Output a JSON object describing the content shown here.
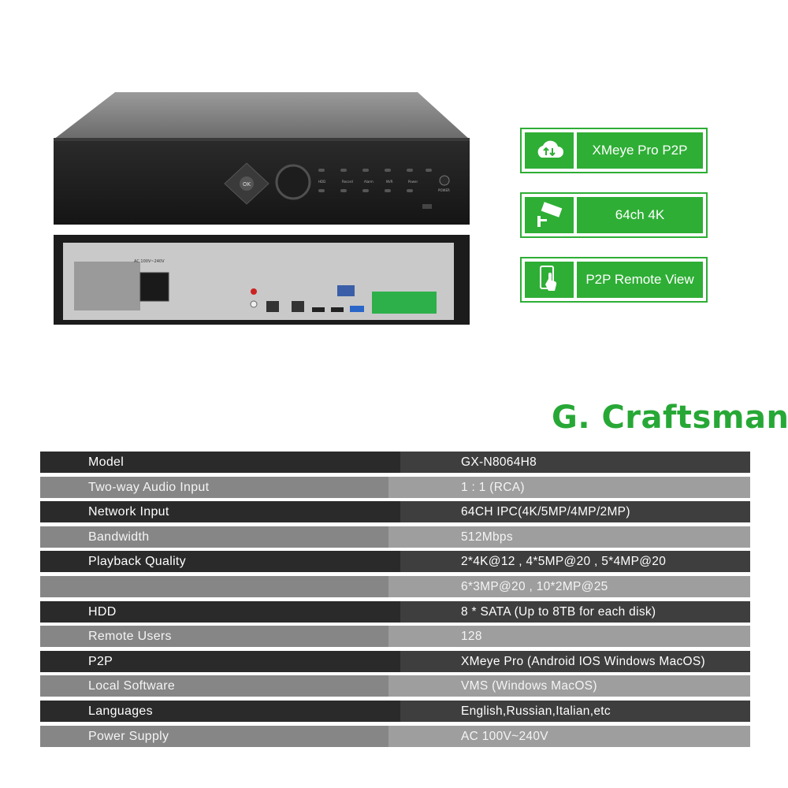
{
  "features": [
    {
      "label": "XMeye Pro P2P",
      "icon": "cloud-sync-icon"
    },
    {
      "label": "64ch 4K",
      "icon": "security-camera-icon"
    },
    {
      "label": "P2P Remote View",
      "icon": "smartphone-touch-icon"
    }
  ],
  "device": {
    "front_buttons": [
      "OK"
    ],
    "front_labels": [
      "HDD",
      "Record",
      "Alarm",
      "NVR",
      "Power",
      "POWER"
    ],
    "rear_power_label": "AC 100V~240V"
  },
  "brand": "G. Craftsman",
  "specs": [
    {
      "key": "Model",
      "value": "GX-N8064H8"
    },
    {
      "key": "Two-way Audio Input",
      "value": "1 : 1 (RCA)"
    },
    {
      "key": "Network Input",
      "value": "64CH IPC(4K/5MP/4MP/2MP)"
    },
    {
      "key": "Bandwidth",
      "value": "512Mbps"
    },
    {
      "key": "Playback Quality",
      "value": "2*4K@12 , 4*5MP@20 , 5*4MP@20"
    },
    {
      "key": "",
      "value": "6*3MP@20 ,  10*2MP@25"
    },
    {
      "key": "HDD",
      "value": "8 * SATA  (Up to 8TB for each disk)"
    },
    {
      "key": "Remote Users",
      "value": "128"
    },
    {
      "key": "P2P",
      "value": "XMeye Pro (Android  IOS  Windows MacOS)"
    },
    {
      "key": "Local Software",
      "value": "VMS (Windows MacOS)"
    },
    {
      "key": "Languages",
      "value": "English,Russian,Italian,etc"
    },
    {
      "key": "Power Supply",
      "value": "AC 100V~240V"
    }
  ],
  "colors": {
    "accent": "#2eae35",
    "dark_row": "#2a2a2a",
    "light_row": "#868686"
  }
}
